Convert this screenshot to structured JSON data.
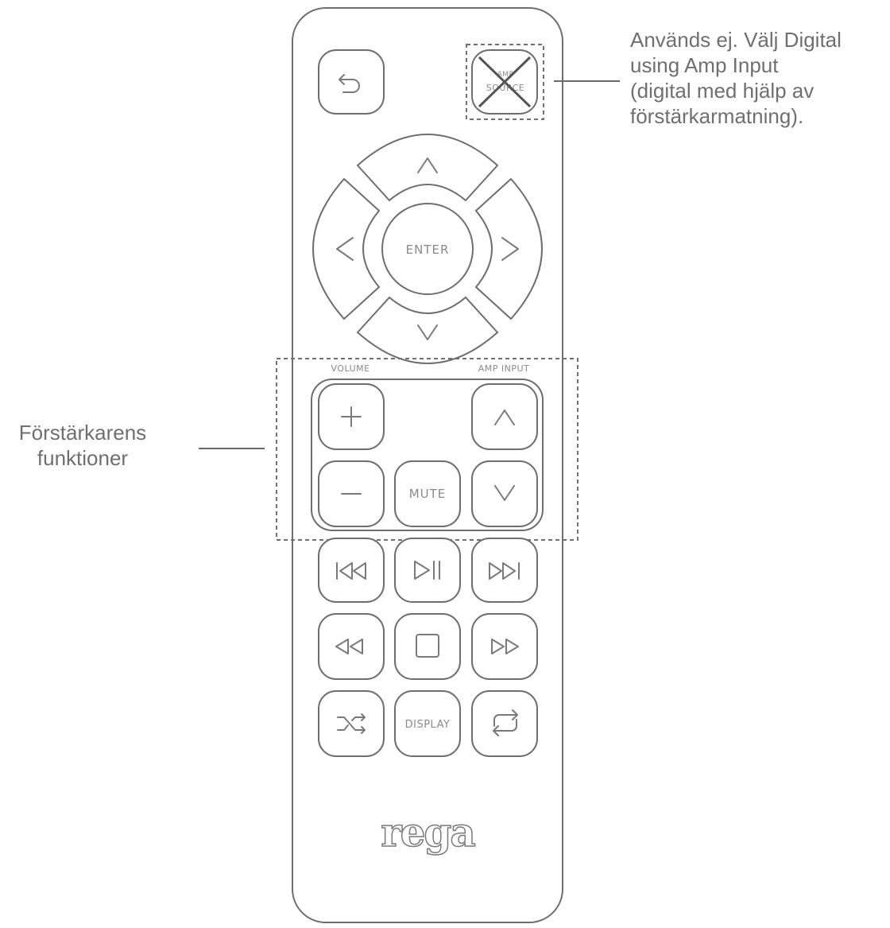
{
  "annotations": {
    "digital_note": {
      "lines": [
        "Används ej. Välj Digital",
        "using Amp Input",
        "(digital med hjälp av",
        "förstärkarmatning)."
      ]
    },
    "amp_note": {
      "lines": [
        "Förstärkarens",
        "funktioner"
      ]
    }
  },
  "remote": {
    "source_label": "SOURCE",
    "source_prefix": "AMP",
    "enter_label": "ENTER",
    "volume_label": "VOLUME",
    "amp_input_label": "AMP INPUT",
    "mute_label": "MUTE",
    "display_label": "DISPLAY",
    "brand": "rega"
  },
  "colors": {
    "outline": "#6e6e6e",
    "icon": "#7a7a7a",
    "annotation_text": "#6f6f6f",
    "background": "#ffffff"
  },
  "icons": [
    "back-arrow-icon",
    "cross-out-icon",
    "chevron-up-icon",
    "chevron-down-icon",
    "chevron-left-icon",
    "chevron-right-icon",
    "plus-icon",
    "minus-icon",
    "skip-previous-icon",
    "play-pause-icon",
    "skip-next-icon",
    "rewind-icon",
    "stop-icon",
    "fast-forward-icon",
    "shuffle-icon",
    "repeat-icon"
  ]
}
